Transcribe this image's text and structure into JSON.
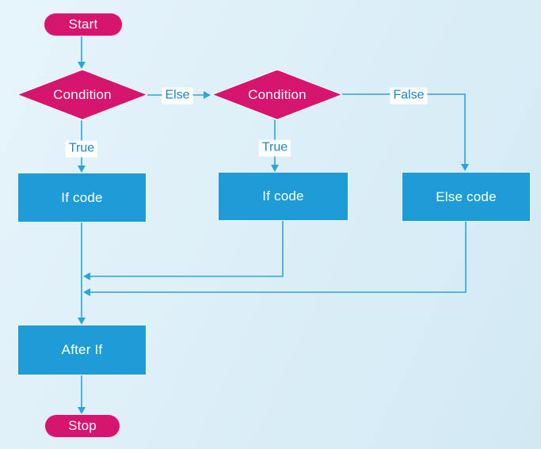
{
  "diagram": {
    "description": "Flowchart of an if / else-if / else control flow",
    "nodes": {
      "start": {
        "type": "terminator",
        "label": "Start"
      },
      "condition1": {
        "type": "decision",
        "label": "Condition"
      },
      "condition2": {
        "type": "decision",
        "label": "Condition"
      },
      "if_code1": {
        "type": "process",
        "label": "If code"
      },
      "if_code2": {
        "type": "process",
        "label": "If code"
      },
      "else_code": {
        "type": "process",
        "label": "Else code"
      },
      "after_if": {
        "type": "process",
        "label": "After If"
      },
      "stop": {
        "type": "terminator",
        "label": "Stop"
      }
    },
    "edge_labels": {
      "else": "Else",
      "true1": "True",
      "true2": "True",
      "false": "False"
    },
    "edges": [
      "start -> condition1",
      "condition1 -(Else)-> condition2",
      "condition1 -(True)-> if_code1",
      "condition2 -(True)-> if_code2",
      "condition2 -(False)-> else_code",
      "if_code1 -> after_if",
      "if_code2 -> after_if",
      "else_code -> after_if",
      "after_if -> stop"
    ]
  },
  "colors": {
    "pink": "#d6156f",
    "process_blue": "#1e9cd7",
    "line_blue": "#2aa5dc",
    "label_blue": "#1b86c7",
    "bg_light": "#e7f4fb",
    "bg_dark": "#d2e9f4",
    "node_text": "#ffffff"
  }
}
